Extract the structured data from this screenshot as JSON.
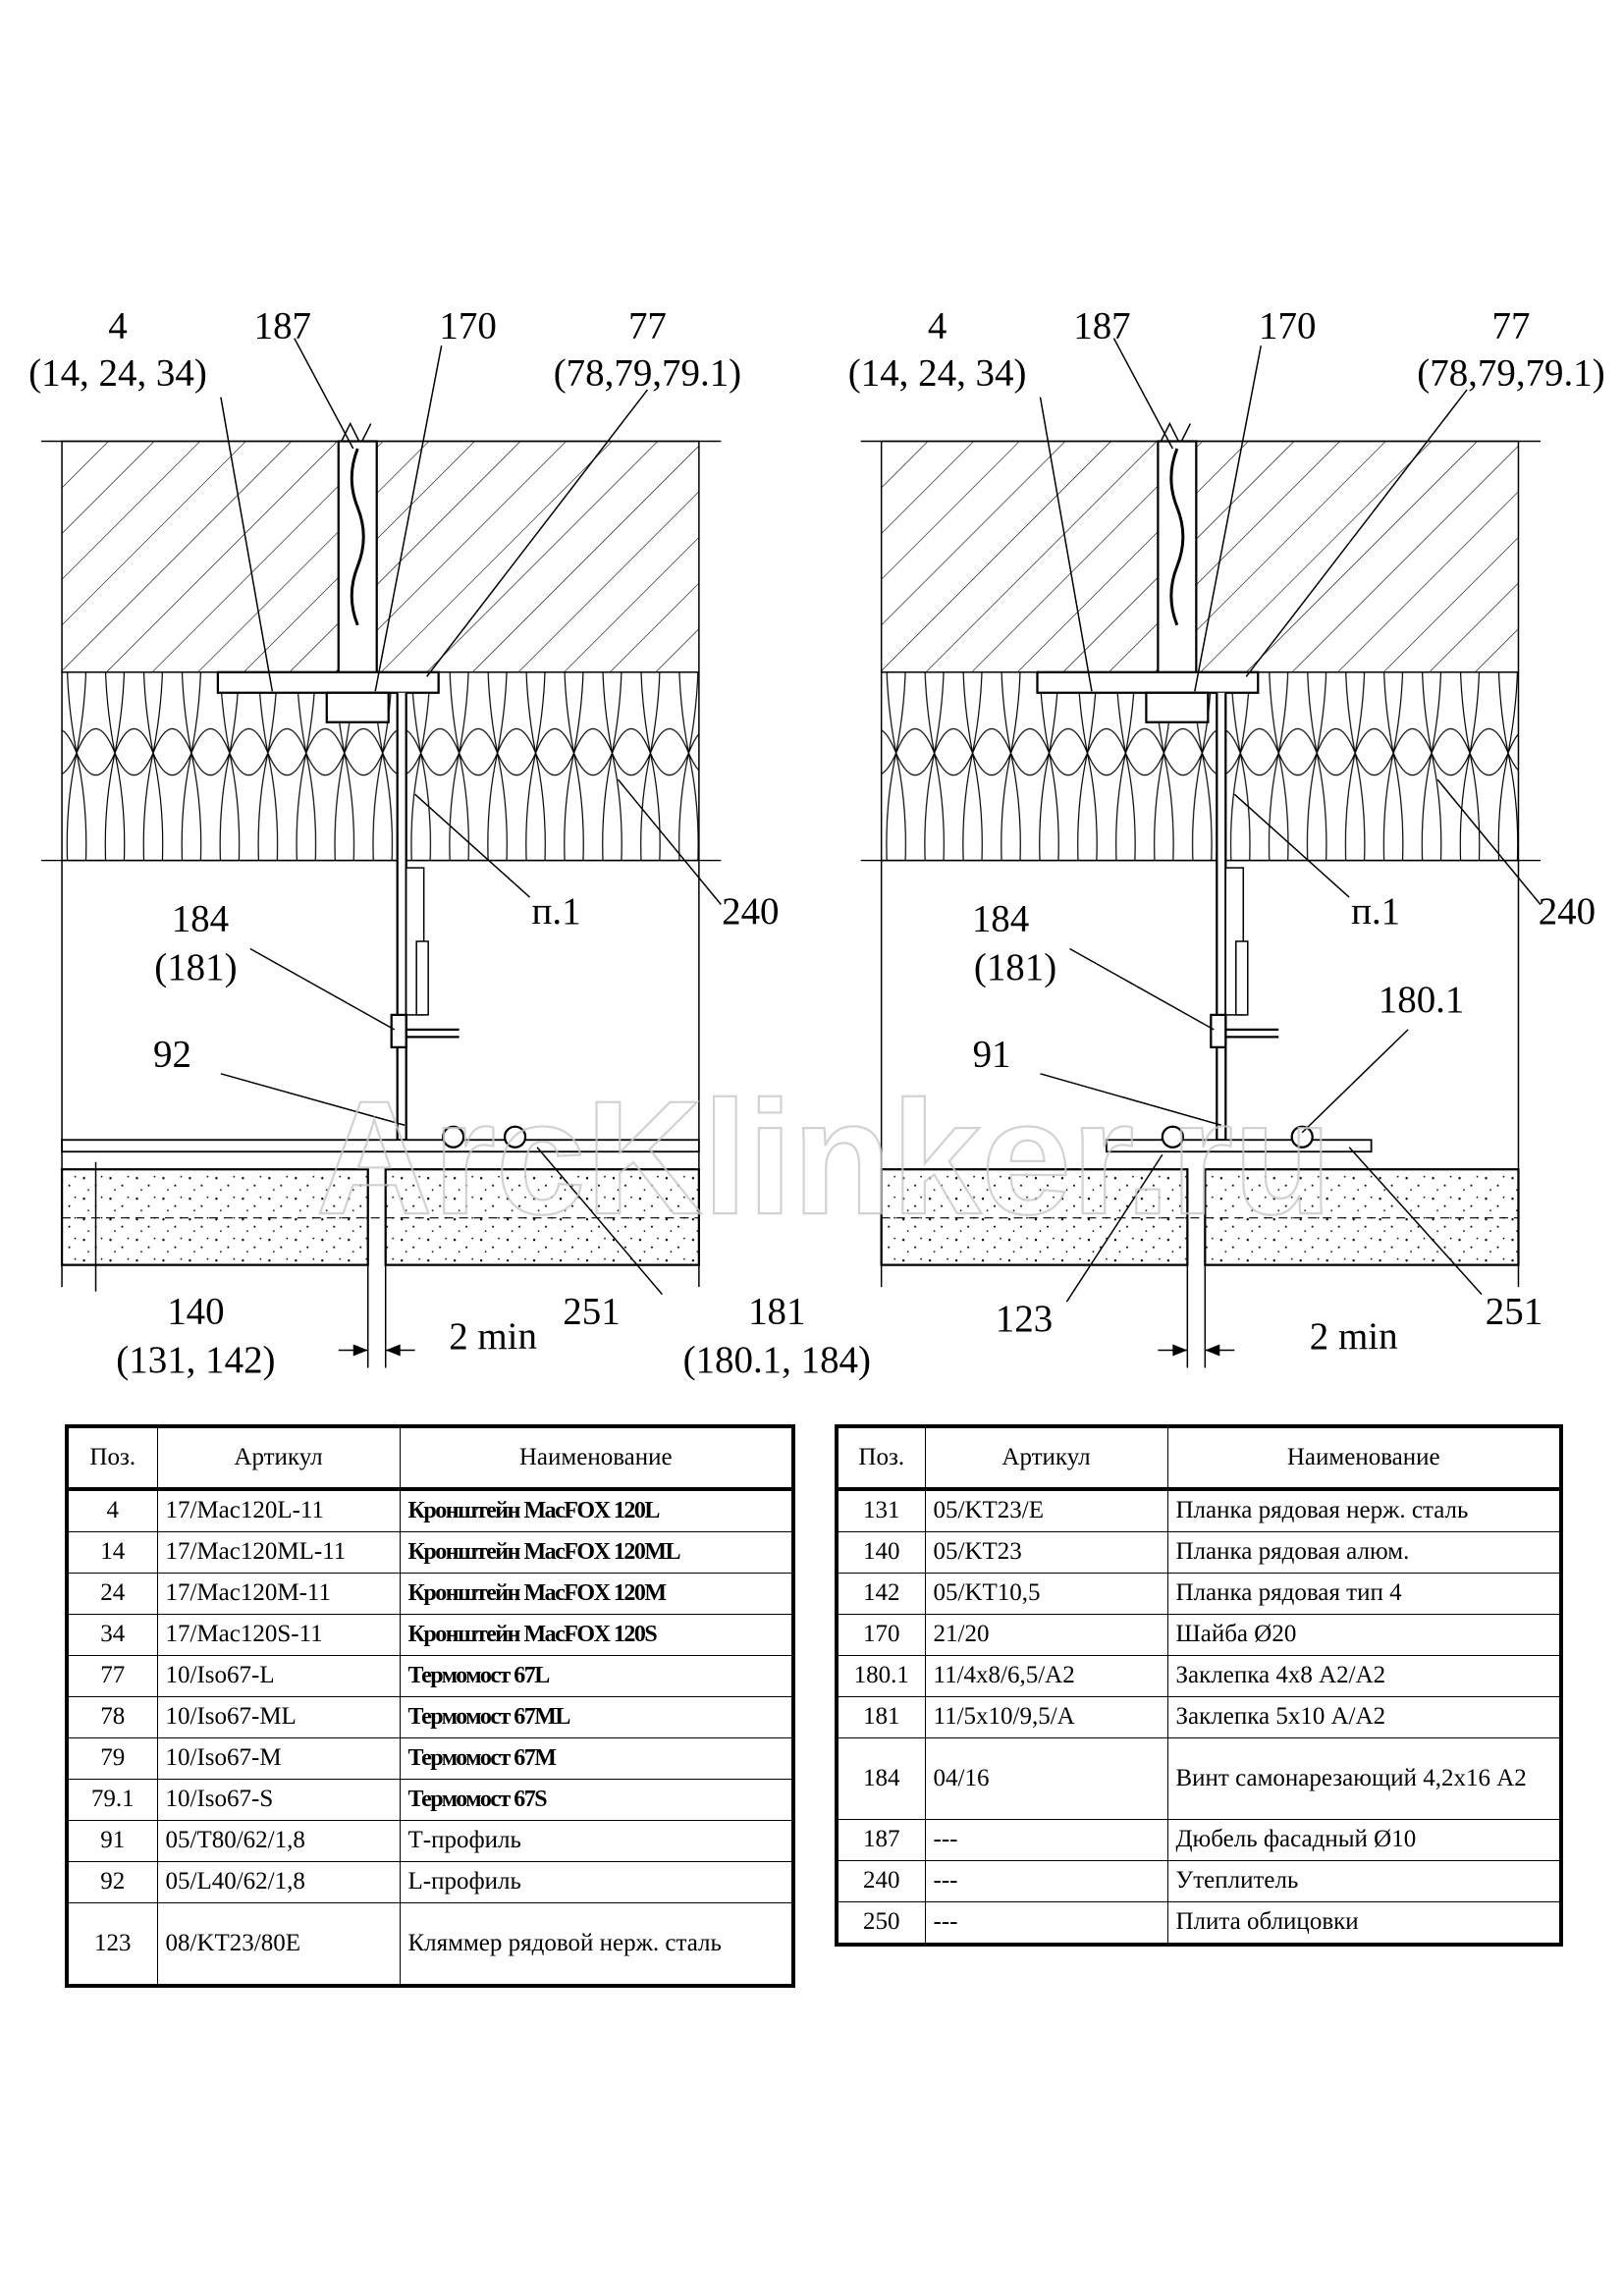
{
  "watermark": "ArcKlinker.ru",
  "left_detail": {
    "labels": {
      "bracket": "4",
      "bracket_alt": "(14, 24, 34)",
      "dowel": "187",
      "washer": "170",
      "thermobridge": "77",
      "thermobridge_alt": "(78,79,79.1)",
      "note": "п.1",
      "insulation": "240",
      "screw": "184",
      "screw_alt": "(181)",
      "profile": "92",
      "strip": "140",
      "strip_alt": "(131, 142)",
      "gap": "2 min",
      "tile": "251",
      "rivet": "181",
      "rivet_alt": "(180.1, 184)"
    }
  },
  "right_detail": {
    "labels": {
      "bracket": "4",
      "bracket_alt": "(14, 24, 34)",
      "dowel": "187",
      "washer": "170",
      "thermobridge": "77",
      "thermobridge_alt": "(78,79,79.1)",
      "note": "п.1",
      "insulation": "240",
      "screw": "184",
      "screw_alt": "(181)",
      "profile": "91",
      "rivet": "180.1",
      "clamp": "123",
      "gap": "2 min",
      "tile": "251"
    }
  },
  "table_headers": {
    "pos": "Поз.",
    "article": "Артикул",
    "name": "Наименование"
  },
  "table_left": [
    {
      "pos": "4",
      "article": "17/Mac120L-11",
      "name": "Кронштейн MacFOX  120L"
    },
    {
      "pos": "14",
      "article": "17/Mac120ML-11",
      "name": "Кронштейн MacFOX 120ML"
    },
    {
      "pos": "24",
      "article": "17/Mac120M-11",
      "name": "Кронштейн MacFOX  120M"
    },
    {
      "pos": "34",
      "article": "17/Mac120S-11",
      "name": "Кронштейн MacFOX 120S"
    },
    {
      "pos": "77",
      "article": "10/Iso67-L",
      "name": "Термомост 67L"
    },
    {
      "pos": "78",
      "article": "10/Iso67-ML",
      "name": "Термомост 67ML"
    },
    {
      "pos": "79",
      "article": "10/Iso67-M",
      "name": "Термомост 67M"
    },
    {
      "pos": "79.1",
      "article": "10/Iso67-S",
      "name": "Термомост 67S"
    },
    {
      "pos": "91",
      "article": "05/T80/62/1,8",
      "name": "Т-профиль"
    },
    {
      "pos": "92",
      "article": "05/L40/62/1,8",
      "name": "L-профиль"
    },
    {
      "pos": "123",
      "article": "08/KT23/80E",
      "name": "Кляммер рядовой нерж. сталь"
    }
  ],
  "table_right": [
    {
      "pos": "131",
      "article": "05/KT23/E",
      "name": "Планка рядовая нерж. сталь"
    },
    {
      "pos": "140",
      "article": "05/KT23",
      "name": "Планка рядовая алюм."
    },
    {
      "pos": "142",
      "article": "05/KT10,5",
      "name": "Планка рядовая тип 4"
    },
    {
      "pos": "170",
      "article": "21/20",
      "name": "Шайба Ø20"
    },
    {
      "pos": "180.1",
      "article": "11/4x8/6,5/A2",
      "name": "Заклепка 4х8 А2/А2"
    },
    {
      "pos": "181",
      "article": "11/5x10/9,5/A",
      "name": "Заклепка 5х10 А/А2"
    },
    {
      "pos": "184",
      "article": "04/16",
      "name": "Винт самонарезающий 4,2х16 А2"
    },
    {
      "pos": "187",
      "article": "---",
      "name": "Дюбель фасадный Ø10"
    },
    {
      "pos": "240",
      "article": "---",
      "name": "Утеплитель"
    },
    {
      "pos": "250",
      "article": "---",
      "name": "Плита облицовки"
    }
  ]
}
